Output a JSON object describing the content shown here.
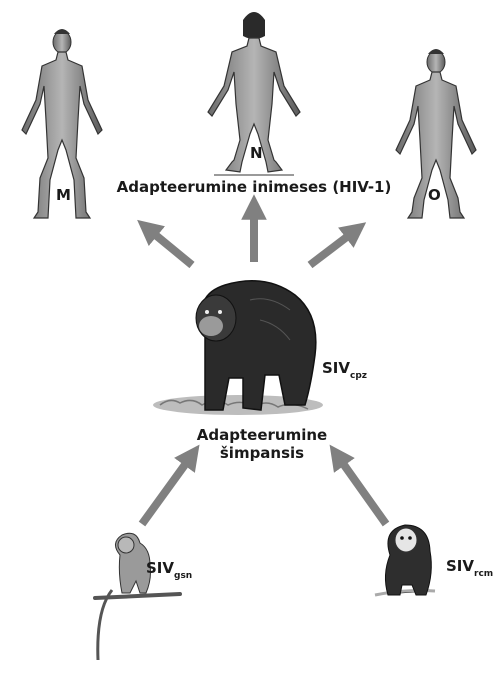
{
  "labels": {
    "human_m": "M",
    "human_n": "N",
    "human_o": "O",
    "human_caption": "Adapteerumine inimeses (HIV-1)",
    "chimp_caption_line1": "Adapteerumine",
    "chimp_caption_line2": "šimpansis",
    "siv_cpz_main": "SIV",
    "siv_cpz_sub": "cpz",
    "siv_gsn_main": "SIV",
    "siv_gsn_sub": "gsn",
    "siv_rcm_main": "SIV",
    "siv_rcm_sub": "rcm"
  },
  "colors": {
    "arrow": "#808080",
    "figure": "#8a8a8a",
    "figure_dark": "#3a3a3a",
    "text": "#1a1a1a"
  }
}
